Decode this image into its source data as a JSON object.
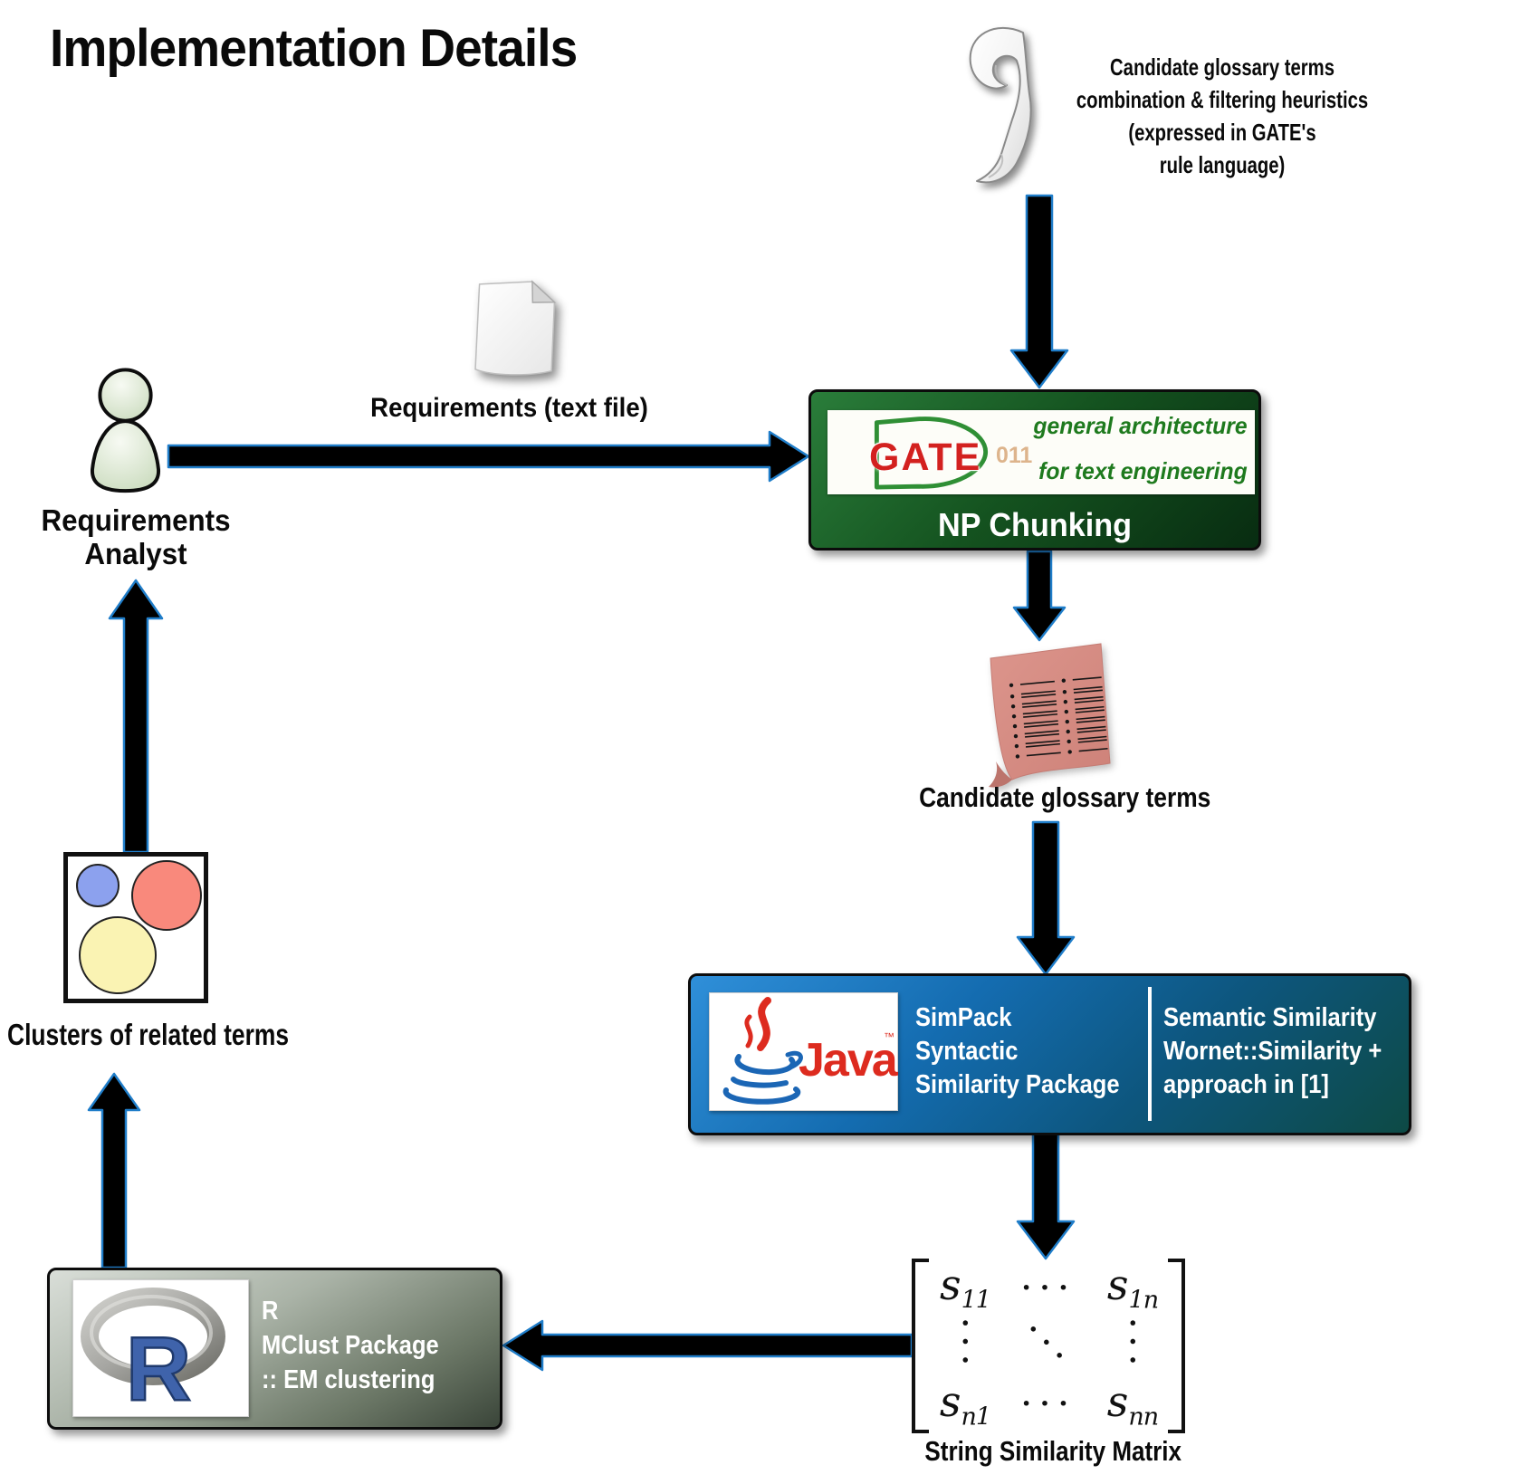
{
  "title": "Implementation Details",
  "heuristics_note": {
    "line1": "Candidate glossary terms",
    "line2": "combination & filtering heuristics",
    "line3": "(expressed in GATE's",
    "line4": "rule language)"
  },
  "analyst": {
    "line1": "Requirements",
    "line2": "Analyst"
  },
  "requirements_file": {
    "label": "Requirements (text file)"
  },
  "gate": {
    "logo_word": "GATE",
    "logo_year": "011",
    "tagline1": "general architecture",
    "tagline2": "for text engineering",
    "label": "NP Chunking"
  },
  "candidate_terms": {
    "label": "Candidate glossary terms"
  },
  "java": {
    "logo_word": "Java",
    "trademark": "™",
    "left_line1": "SimPack",
    "left_line2": "Syntactic",
    "left_line3": "Similarity Package",
    "right_line1": "Semantic Similarity",
    "right_line2": "Wornet::Similarity +",
    "right_line3": "approach in [1]"
  },
  "matrix": {
    "label": "String Similarity Matrix",
    "cells": [
      {
        "base": "s",
        "sub": "11"
      },
      {
        "base": "···"
      },
      {
        "base": "s",
        "sub": "1n"
      },
      {
        "base": "···"
      },
      {
        "base": "···"
      },
      {
        "base": "···"
      },
      {
        "base": "s",
        "sub": "n1"
      },
      {
        "base": "···"
      },
      {
        "base": "s",
        "sub": "nn"
      }
    ]
  },
  "r": {
    "logo_letter": "R",
    "line1": "R",
    "line2": "MClust Package",
    "line3": ":: EM clustering"
  },
  "clusters": {
    "label": "Clusters of related terms"
  },
  "colors": {
    "text_black": "#0a0a0a",
    "arrow_fill": "#000000",
    "arrow_outline": "#1f7dc9",
    "gate_gradient_start": "#2a7d3a",
    "gate_gradient_end": "#082c11",
    "gate_red": "#d3211f",
    "gate_green": "#2f8f35",
    "java_gradient_start": "#2f8fd9",
    "java_gradient_end": "#0d4a45",
    "java_red": "#dd2b1f",
    "java_blue": "#1b66b5",
    "r_gradient_start": "#d9ded8",
    "r_gradient_end": "#3a4539",
    "r_blue": "#3f63ab",
    "cluster_blue": "#8ca1ee",
    "cluster_red": "#f9897c",
    "cluster_yellow": "#faf3b3",
    "doc_pink": "#d78b83"
  }
}
